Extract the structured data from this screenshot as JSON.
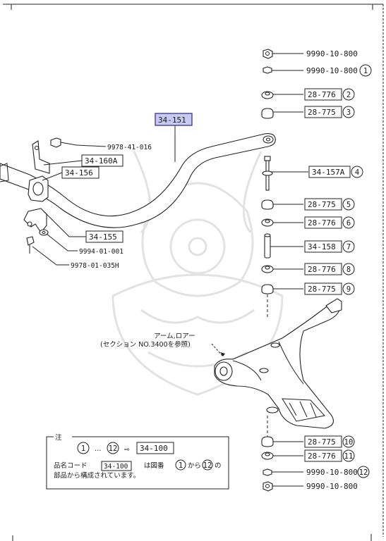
{
  "callouts": {
    "nut_top": "9990-10-800",
    "nut_1": "9990-10-800",
    "bush_2": "28-776",
    "bush_3": "28-775",
    "main_part": "34-151",
    "bolt_9978_41": "9978-41-016",
    "bracket_160a": "34-160A",
    "bush_156": "34-156",
    "link_157a": "34-157A",
    "bush_5": "28-775",
    "bush_6": "28-776",
    "sleeve_158": "34-158",
    "bush_8": "28-776",
    "bush_9": "28-775",
    "bracket_155": "34-155",
    "washer_9994": "9994-01-001",
    "bolt_9978_01": "9978-01-035H",
    "bush_10": "28-775",
    "bush_11": "28-776",
    "nut_12": "9990-10-800",
    "nut_bottom": "9990-10-800"
  },
  "numbers": {
    "n1": "1",
    "n2": "2",
    "n3": "3",
    "n4": "4",
    "n5": "5",
    "n6": "6",
    "n7": "7",
    "n8": "8",
    "n9": "9",
    "n10": "10",
    "n11": "11",
    "n12": "12"
  },
  "arm_note": {
    "line1": "アーム,ロアー",
    "line2": "(セクション NO.3400を参照)"
  },
  "note": {
    "title": "注",
    "range_from": "1",
    "range_dots": "…",
    "range_to": "12",
    "arrow": "⇨",
    "range_part": "34-100",
    "text1_a": "品名コード",
    "text1_code": "34-100",
    "text1_b": "は図番",
    "text1_c": "から",
    "text1_d": "の",
    "circ_from": "1",
    "circ_to": "12",
    "text2": "部品から構成されています。"
  }
}
